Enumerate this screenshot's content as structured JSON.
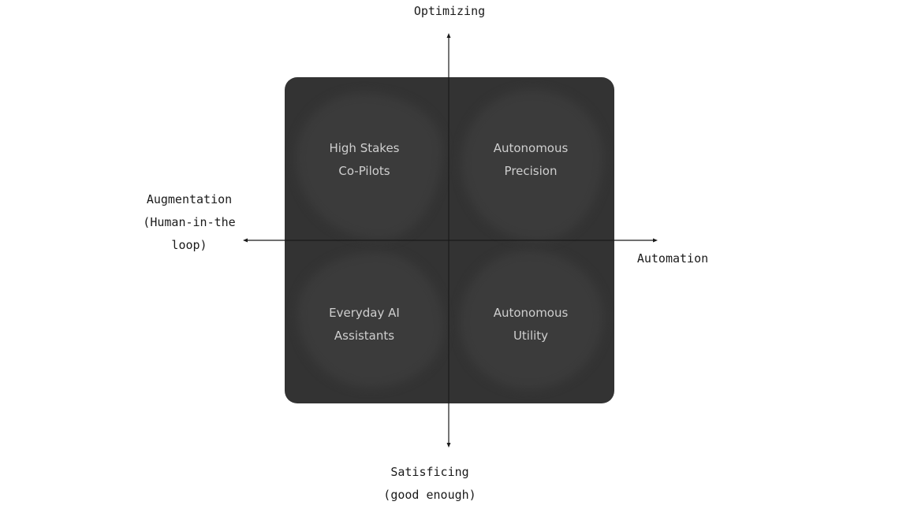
{
  "axes": {
    "top_label": "Optimizing",
    "bottom_label": [
      "Satisficing",
      "(good enough)"
    ],
    "left_label": [
      "Augmentation",
      "(Human-in-the",
      "loop)"
    ],
    "right_label": "Automation"
  },
  "quadrants": {
    "top_left": [
      "High Stakes",
      "Co-Pilots"
    ],
    "top_right": [
      "Autonomous",
      "Precision"
    ],
    "bottom_left": [
      "Everyday AI",
      "Assistants"
    ],
    "bottom_right": [
      "Autonomous",
      "Utility"
    ]
  },
  "colors": {
    "panel": "#333333",
    "blob": "#3b3b3b",
    "quadrant_text": "#cfcfcf",
    "axis": "#1a1a1a",
    "background": "#ffffff"
  }
}
